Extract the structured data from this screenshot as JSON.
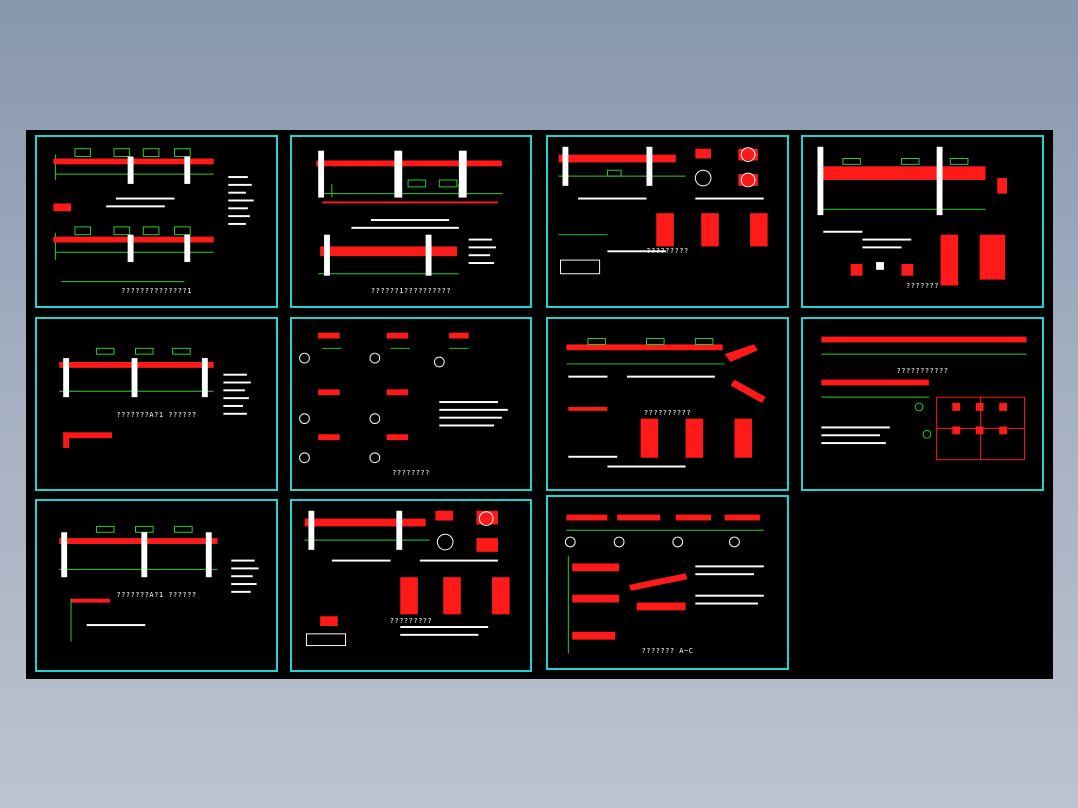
{
  "window": {
    "title": ""
  },
  "colors": {
    "background_top": "#8797ac",
    "background_bottom": "#bcc3d0",
    "canvas": "#000000",
    "sheet_border": "#1fd3d3",
    "beam_red": "#ff1a1a",
    "dimension_green": "#2ecc2e",
    "text_white": "#ffffff"
  },
  "sheets": [
    {
      "name": "sheet-1",
      "caption": "??????????????1"
    },
    {
      "name": "sheet-2",
      "caption": "??????1??????????"
    },
    {
      "name": "sheet-3",
      "caption": "?????????"
    },
    {
      "name": "sheet-4",
      "caption": "???????"
    },
    {
      "name": "sheet-5",
      "caption": "???????A?1 ??????"
    },
    {
      "name": "sheet-6",
      "caption": "????????"
    },
    {
      "name": "sheet-7",
      "caption": "??????????"
    },
    {
      "name": "sheet-8",
      "caption": "???????????"
    },
    {
      "name": "sheet-9",
      "caption": "???????A?1 ??????"
    },
    {
      "name": "sheet-10",
      "caption": "?????????"
    },
    {
      "name": "sheet-11",
      "caption": "??????? A~C"
    }
  ]
}
